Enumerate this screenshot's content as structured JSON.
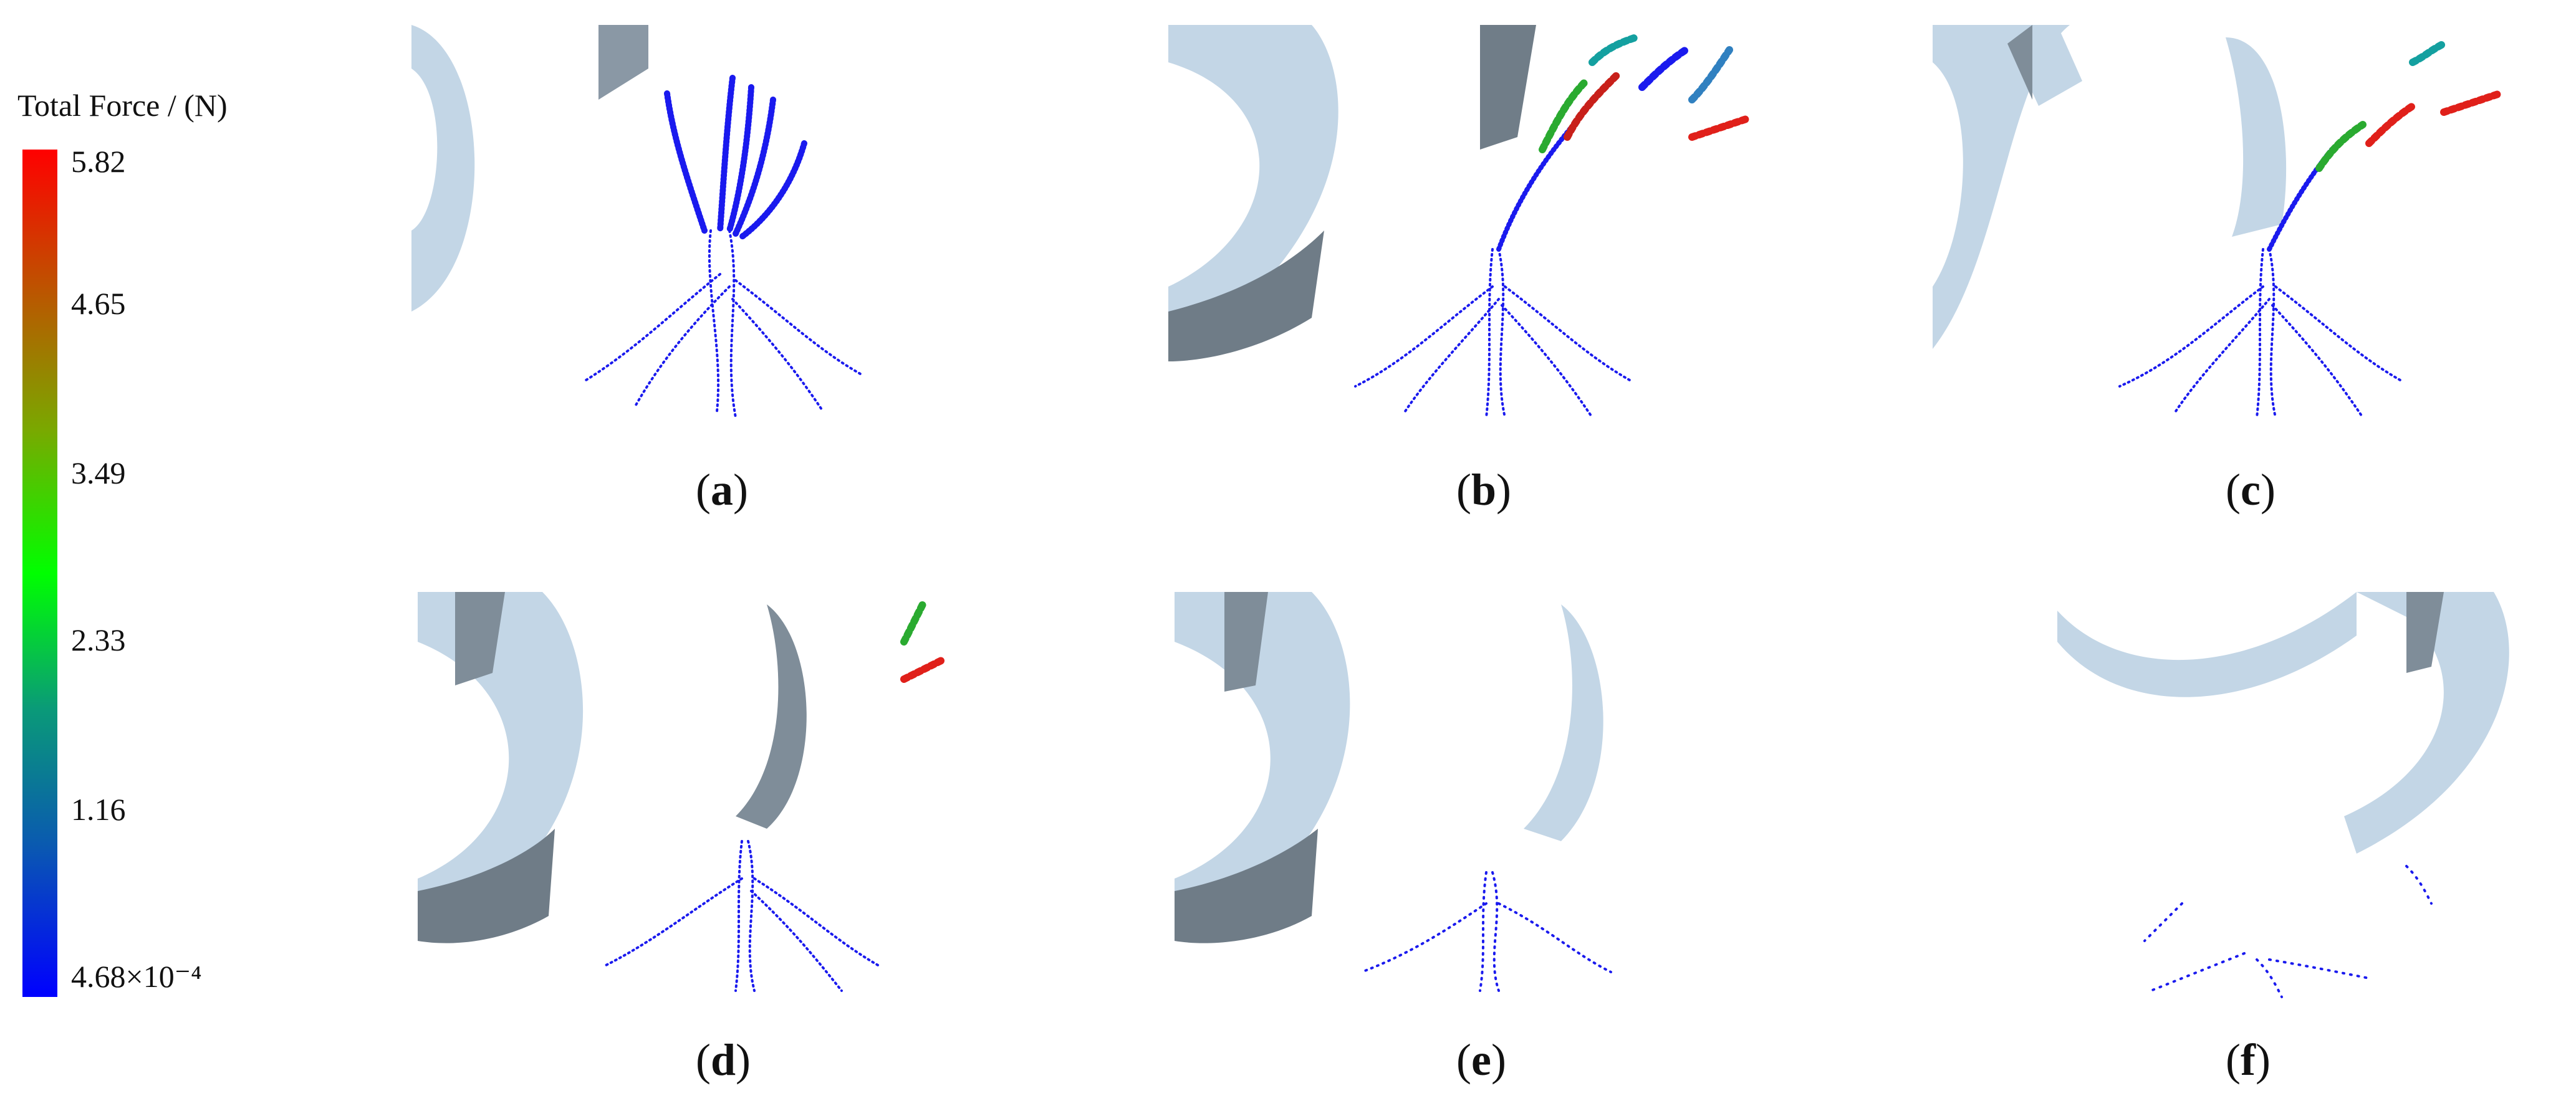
{
  "legend": {
    "title": "Total Force / (N)",
    "ticks": [
      "5.82",
      "4.65",
      "3.49",
      "2.33",
      "1.16",
      "4.68×10⁻⁴"
    ],
    "colors": [
      "#ff0000",
      "#7aa800",
      "#00ff00",
      "#0a9a78",
      "#0a5ab0",
      "#0000ff"
    ]
  },
  "panels": [
    {
      "id": "a",
      "label": "a"
    },
    {
      "id": "b",
      "label": "b"
    },
    {
      "id": "c",
      "label": "c"
    },
    {
      "id": "d",
      "label": "d"
    },
    {
      "id": "e",
      "label": "e"
    },
    {
      "id": "f",
      "label": "f"
    }
  ],
  "colors": {
    "blade": "#c3d6e6",
    "blade_shade": "#6f7c87",
    "root": "#1a1aee"
  }
}
